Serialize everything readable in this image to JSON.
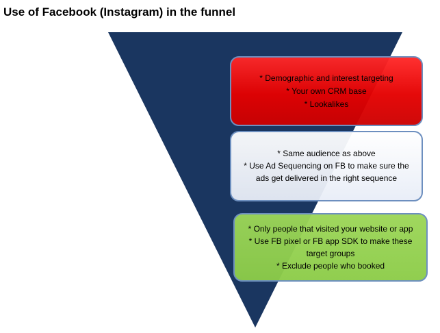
{
  "title": "Use of Facebook (Instagram) in the funnel",
  "colors": {
    "funnel": "#1a3660",
    "awareness_box": "#e40000",
    "consideration_box": "#eef1f8",
    "conversion_box": "#92d050",
    "box_border": "#6d8fbf"
  },
  "stages": [
    {
      "lines": [
        "* Demographic and interest targeting",
        "* Your own CRM base",
        "* Lookalikes"
      ]
    },
    {
      "lines": [
        "* Same audience as above",
        "* Use Ad Sequencing on FB to make sure the",
        "ads get delivered  in the right sequence"
      ]
    },
    {
      "lines": [
        "* Only people that visited your website or app",
        "* Use FB pixel or FB app SDK to make these",
        "target groups",
        "* Exclude people who booked"
      ]
    }
  ]
}
